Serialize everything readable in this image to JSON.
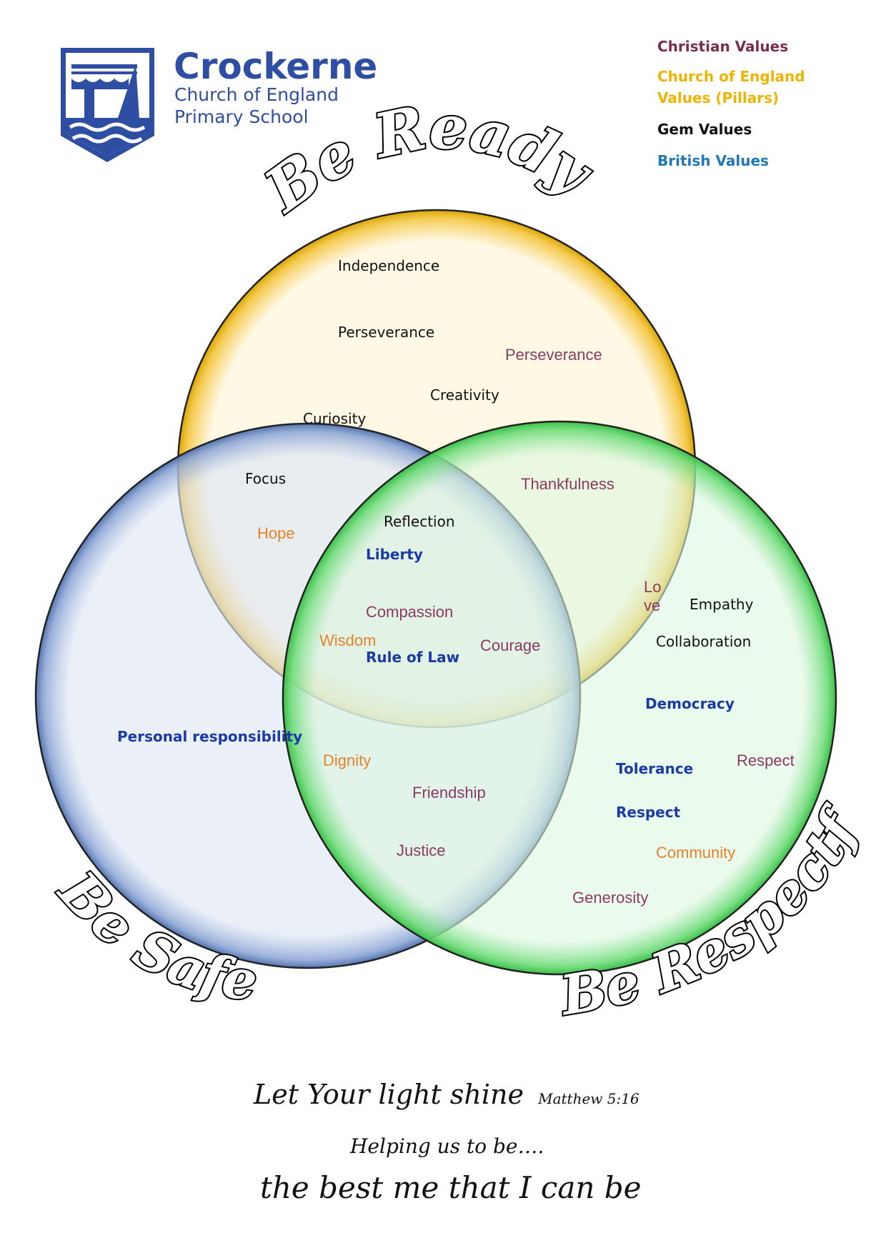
{
  "school": {
    "name": "Crockerne",
    "line2": "Church of England",
    "line3": "Primary School"
  },
  "legend": {
    "christian": "Christian Values",
    "cofe": "Church of England Values (Pillars)",
    "gem": "Gem Values",
    "british": "British Values"
  },
  "colors": {
    "christian": "#8b3a62",
    "cofe": "#f0b400",
    "gem": "#111111",
    "british": "#1f77b4"
  },
  "circles": {
    "top": "Be Ready",
    "left": "Be Safe",
    "right": "Be Respectful"
  },
  "values": {
    "independence": "Independence",
    "perseverance_gem": "Perseverance",
    "perseverance_chr": "Perseverance",
    "creativity": "Creativity",
    "curiosity": "Curiosity",
    "focus": "Focus",
    "thankfulness": "Thankfulness",
    "hope": "Hope",
    "reflection": "Reflection",
    "liberty": "Liberty",
    "love": "Love",
    "empathy": "Empathy",
    "compassion": "Compassion",
    "collaboration": "Collaboration",
    "wisdom": "Wisdom",
    "courage": "Courage",
    "rule_of_law": "Rule of Law",
    "democracy": "Democracy",
    "personal_responsibility": "Personal responsibility",
    "dignity": "Dignity",
    "tolerance": "Tolerance",
    "respect_chr": "Respect",
    "friendship": "Friendship",
    "respect_brit": "Respect",
    "community": "Community",
    "justice": "Justice",
    "generosity": "Generosity"
  },
  "footer": {
    "verse": "Let Your light shine",
    "reference": "Matthew 5:16",
    "helping": "Helping us to be….",
    "motto": "the best me that I can be"
  }
}
